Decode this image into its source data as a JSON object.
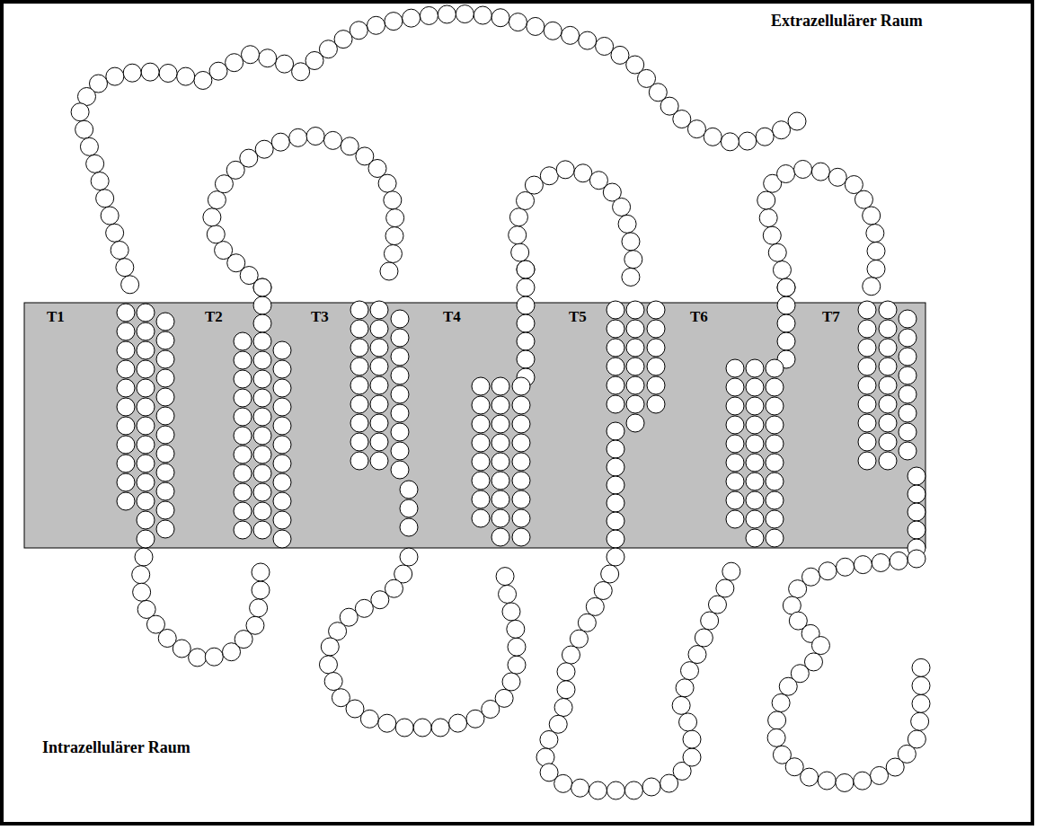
{
  "diagram": {
    "labels": [
      "Extrazellulärer Raum",
      "T1",
      "T2",
      "T3",
      "T4",
      "T5",
      "T6",
      "T7",
      "Intrazellulärer Raum"
    ]
  }
}
